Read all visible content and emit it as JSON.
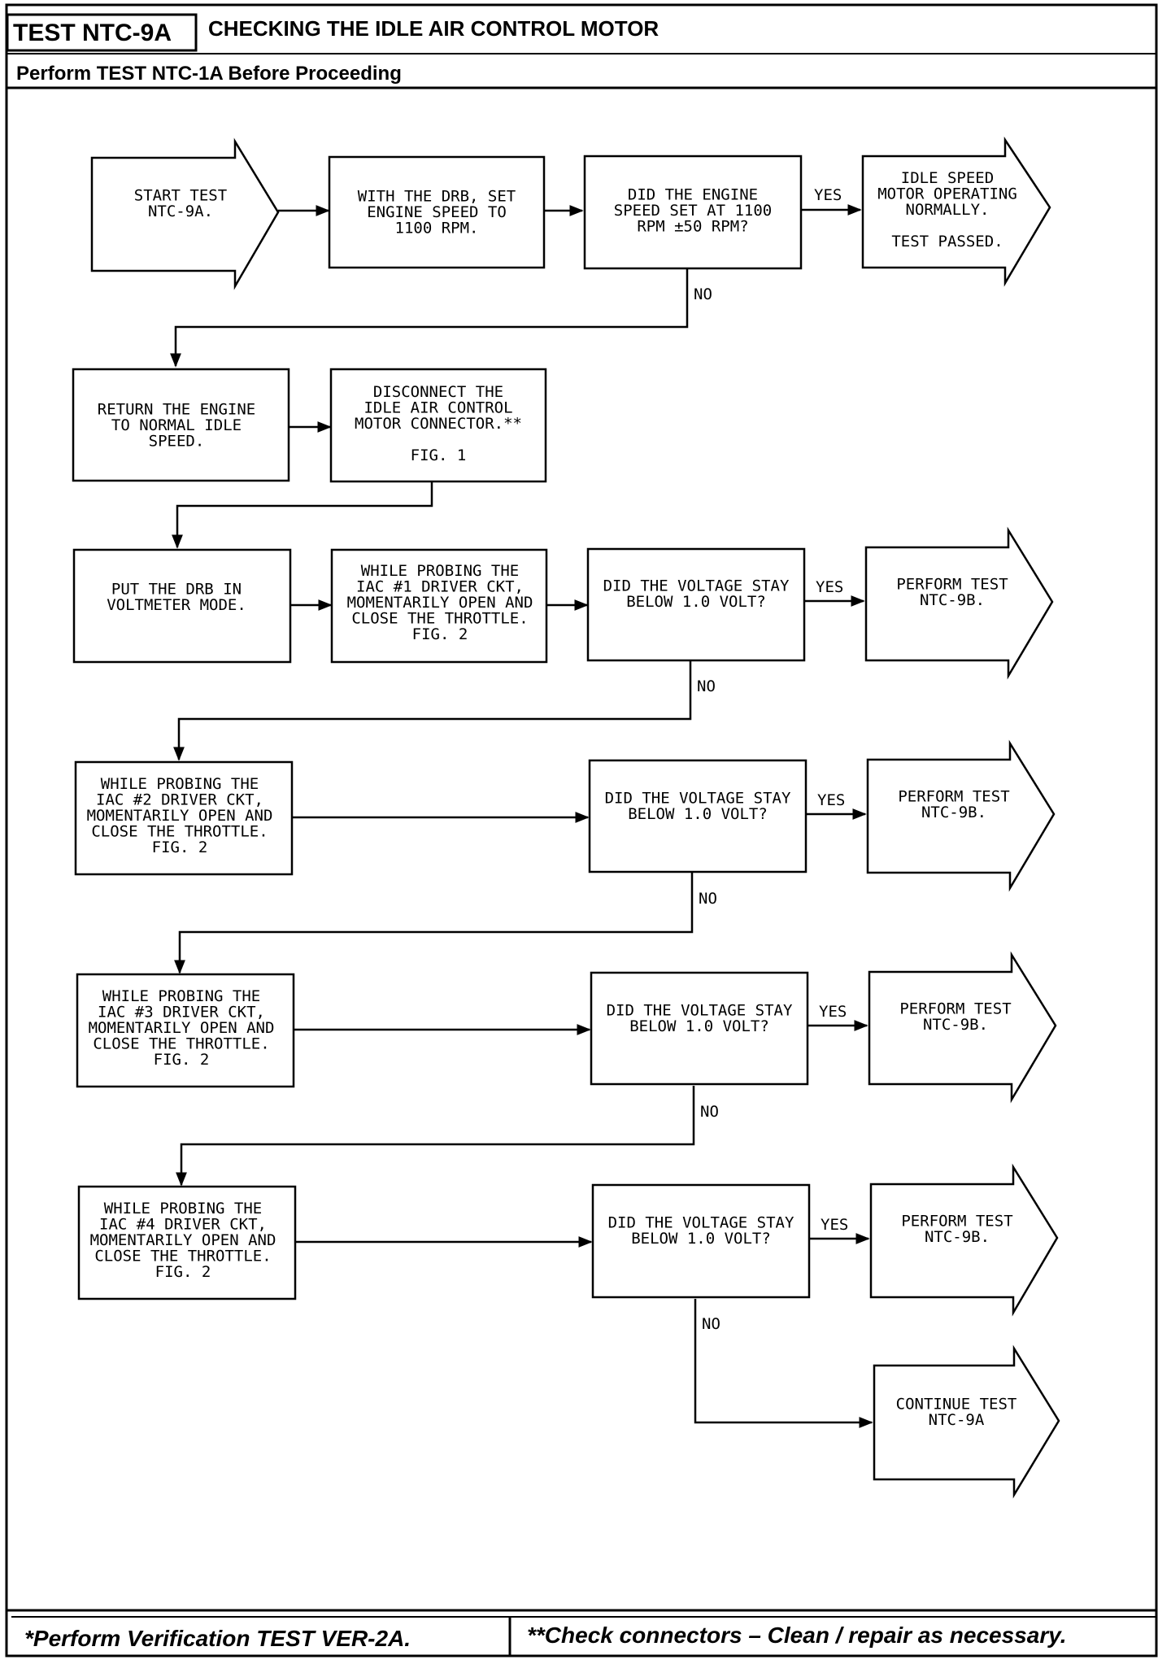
{
  "header": {
    "test_id": "TEST NTC-9A",
    "title": "CHECKING THE IDLE AIR CONTROL MOTOR",
    "subtitle": "Perform TEST NTC-1A Before Proceeding"
  },
  "footer": {
    "left_note": "*Perform Verification TEST VER-2A.",
    "right_note": "**Check connectors – Clean / repair as necessary."
  },
  "labels": {
    "yes": "YES",
    "no": "NO"
  },
  "nodes": {
    "start": {
      "lines": [
        "START TEST",
        "NTC-9A."
      ]
    },
    "set_speed": {
      "lines": [
        "WITH THE DRB, SET",
        "ENGINE SPEED TO",
        "1100 RPM."
      ]
    },
    "q_speed": {
      "lines": [
        "DID THE ENGINE",
        "SPEED SET AT 1100",
        "RPM ±50 RPM?"
      ]
    },
    "passed": {
      "lines": [
        "IDLE SPEED",
        "MOTOR OPERATING",
        "NORMALLY.",
        "",
        "TEST PASSED."
      ]
    },
    "return_idle": {
      "lines": [
        "RETURN THE ENGINE",
        "TO NORMAL IDLE",
        "SPEED."
      ]
    },
    "disconnect": {
      "lines": [
        "DISCONNECT THE",
        "IDLE AIR CONTROL",
        "MOTOR CONNECTOR.**",
        "",
        "FIG. 1"
      ]
    },
    "voltmeter": {
      "lines": [
        "PUT THE DRB IN",
        "VOLTMETER MODE."
      ]
    },
    "probe1": {
      "lines": [
        "WHILE PROBING THE",
        "IAC #1 DRIVER CKT,",
        "MOMENTARILY OPEN AND",
        "CLOSE THE THROTTLE.",
        "FIG. 2"
      ]
    },
    "q_v1": {
      "lines": [
        "DID THE VOLTAGE STAY",
        "BELOW 1.0 VOLT?"
      ]
    },
    "perf1": {
      "lines": [
        "PERFORM TEST",
        "NTC-9B."
      ]
    },
    "probe2": {
      "lines": [
        "WHILE PROBING THE",
        "IAC #2 DRIVER CKT,",
        "MOMENTARILY OPEN AND",
        "CLOSE THE THROTTLE.",
        "FIG. 2"
      ]
    },
    "q_v2": {
      "lines": [
        "DID THE VOLTAGE STAY",
        "BELOW 1.0 VOLT?"
      ]
    },
    "perf2": {
      "lines": [
        "PERFORM TEST",
        "NTC-9B."
      ]
    },
    "probe3": {
      "lines": [
        "WHILE PROBING THE",
        "IAC #3 DRIVER CKT,",
        "MOMENTARILY OPEN AND",
        "CLOSE THE THROTTLE.",
        "FIG. 2"
      ]
    },
    "q_v3": {
      "lines": [
        "DID THE VOLTAGE STAY",
        "BELOW 1.0 VOLT?"
      ]
    },
    "perf3": {
      "lines": [
        "PERFORM TEST",
        "NTC-9B."
      ]
    },
    "probe4": {
      "lines": [
        "WHILE PROBING THE",
        "IAC #4 DRIVER CKT,",
        "MOMENTARILY OPEN AND",
        "CLOSE THE THROTTLE.",
        "FIG. 2"
      ]
    },
    "q_v4": {
      "lines": [
        "DID THE VOLTAGE STAY",
        "BELOW 1.0 VOLT?"
      ]
    },
    "perf4": {
      "lines": [
        "PERFORM TEST",
        "NTC-9B."
      ]
    },
    "continue": {
      "lines": [
        "CONTINUE TEST",
        "NTC-9A"
      ]
    }
  }
}
